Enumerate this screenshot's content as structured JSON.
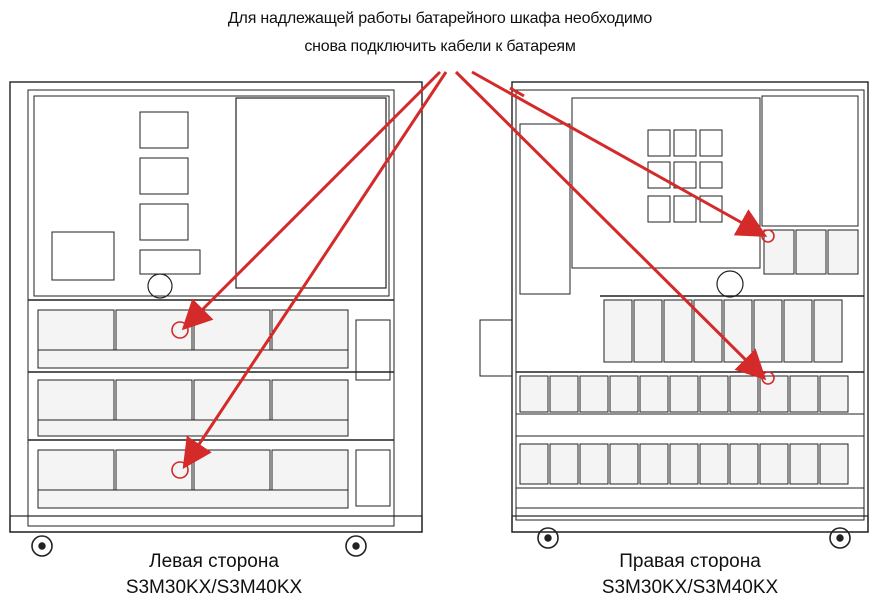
{
  "note": {
    "line1": "Для надлежащей работы батарейного шкафа необходимо",
    "line2": "снова подключить кабели к батареям"
  },
  "left_cabinet": {
    "side_label": "Левая сторона",
    "model_label": "S3M30KX/S3M40KX"
  },
  "right_cabinet": {
    "side_label": "Правая сторона",
    "model_label": "S3M30KX/S3M40KX"
  },
  "colors": {
    "arrow": "#d42a2a",
    "line": "#222222",
    "battery_fill": "#f4f4f4"
  }
}
